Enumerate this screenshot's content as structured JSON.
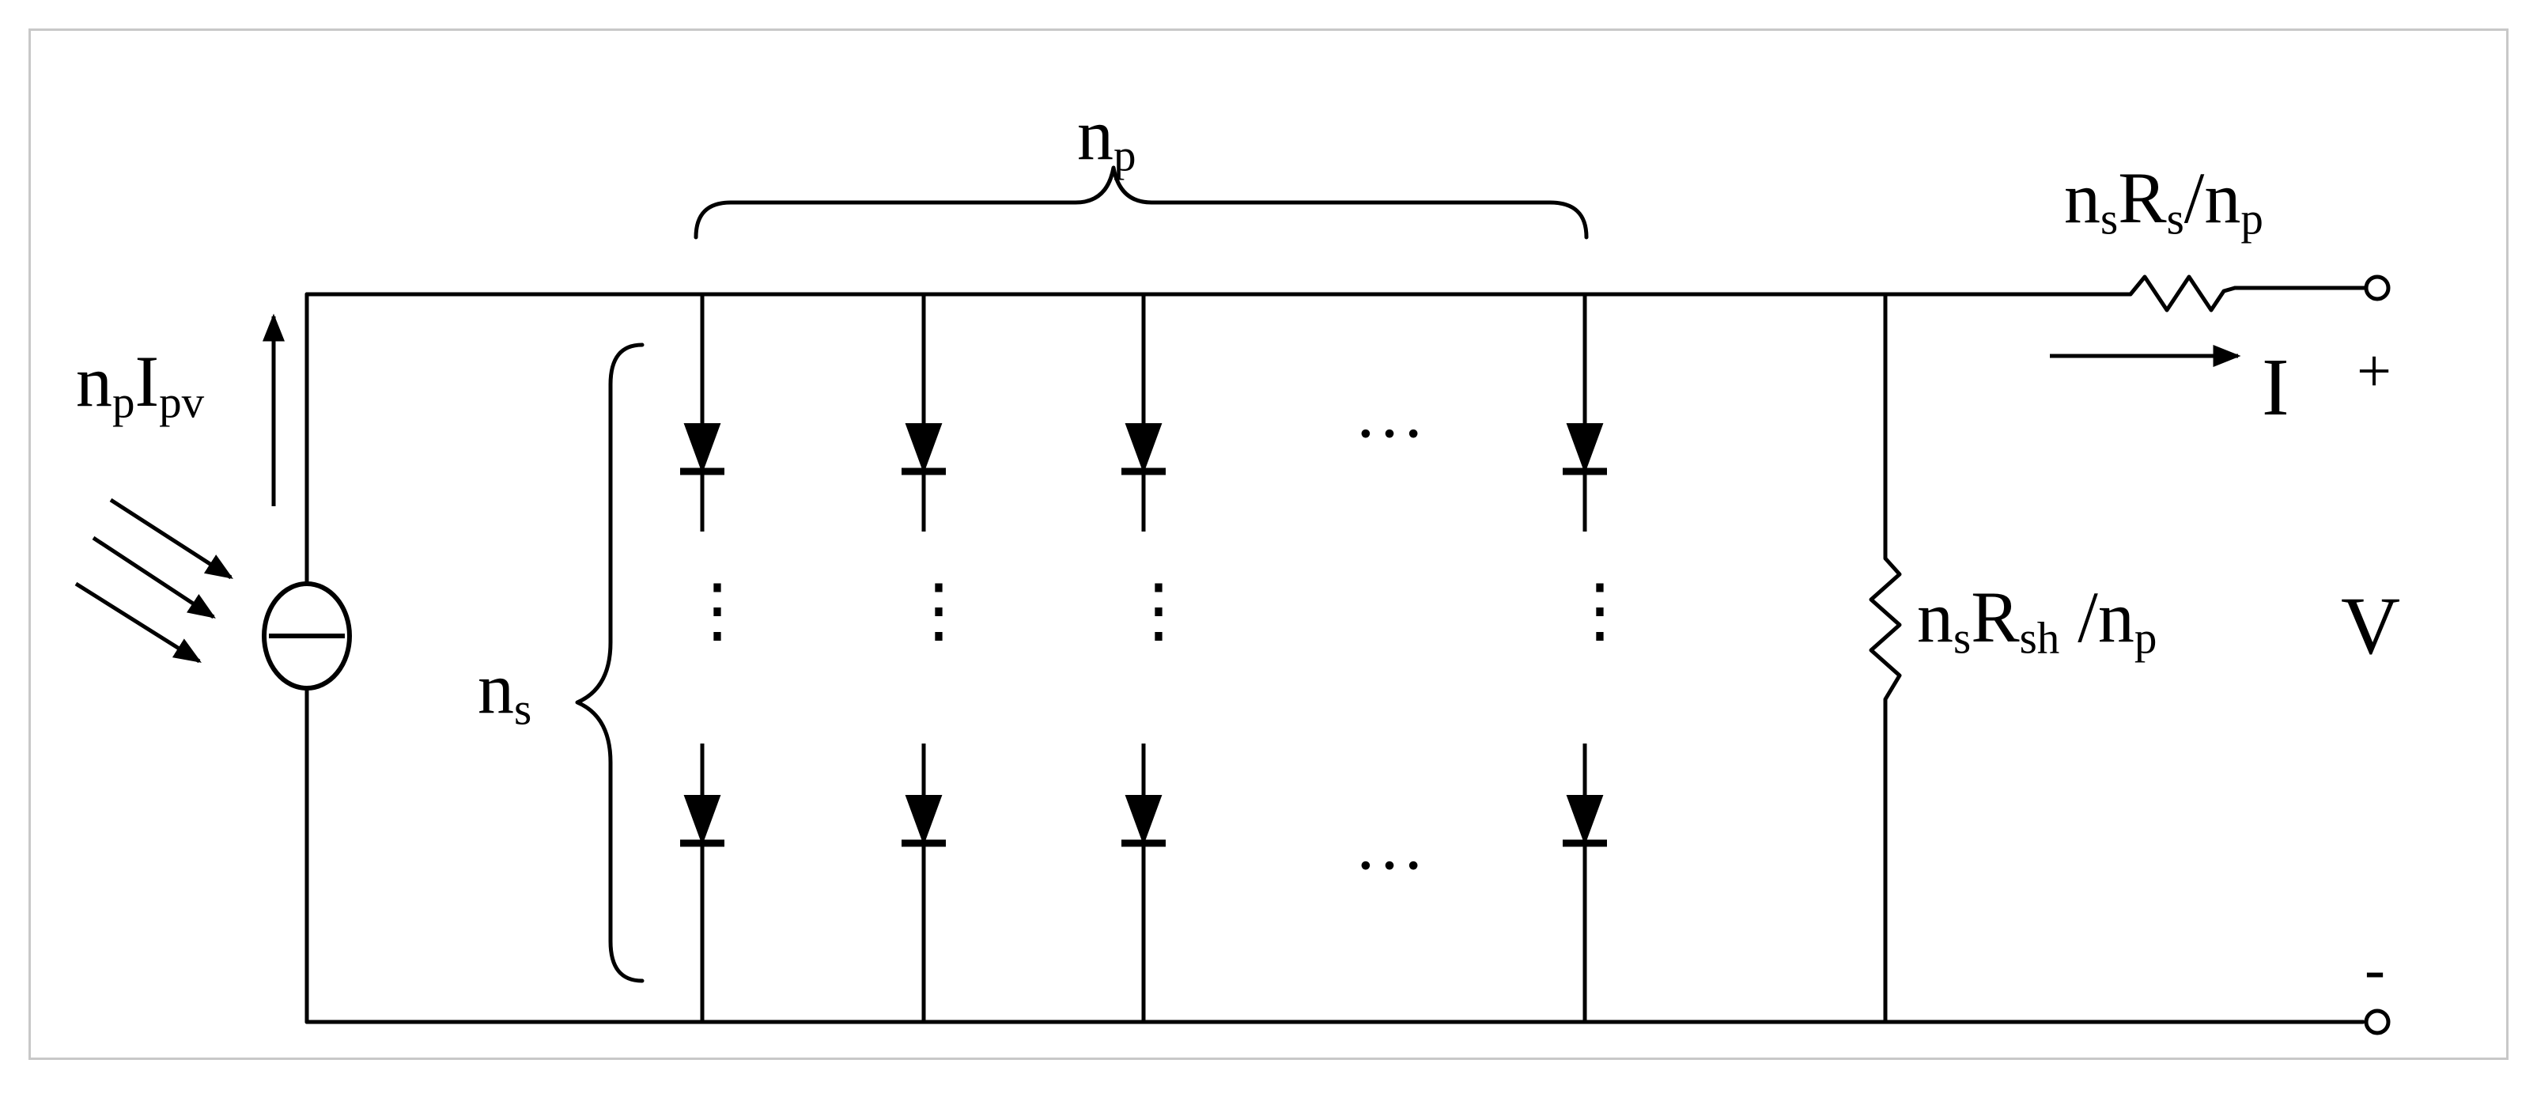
{
  "colors": {
    "stroke": "#000000",
    "frame": "#c8c8c8",
    "background": "#ffffff"
  },
  "labels": {
    "np": {
      "base": "n",
      "sub": "p"
    },
    "current_source": {
      "a": "n",
      "a_sub": "p",
      "b": "I",
      "b_sub": "pv"
    },
    "series_resistor": {
      "a": "n",
      "a_sub": "s",
      "b": "R",
      "b_sub": "s",
      "c": "/n",
      "c_sub": "p"
    },
    "shunt_resistor": {
      "a": "n",
      "a_sub": "s",
      "b": "R",
      "b_sub": "sh",
      "c": " /n",
      "c_sub": "p"
    },
    "ns": {
      "base": "n",
      "sub": "s"
    },
    "current": "I",
    "voltage": "V",
    "plus": "+",
    "minus": "-",
    "ellipsis": "…",
    "vertical_dots": "⋮"
  },
  "icons": [
    "light-ray-icon",
    "current-source-icon",
    "diode-icon",
    "resistor-icon",
    "terminal-icon",
    "current-arrow-icon"
  ]
}
